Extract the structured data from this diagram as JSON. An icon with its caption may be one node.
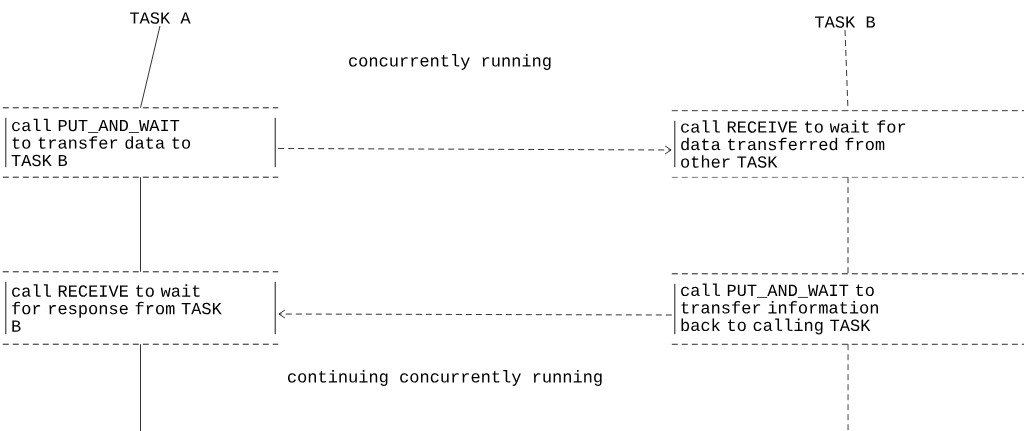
{
  "diagram": {
    "nodes": [
      {
        "text": [
          "TASK A"
        ]
      },
      {
        "text": [
          "TASK B"
        ]
      },
      {
        "text": [
          "call PUT_AND_WAIT to transfer data to TASK B"
        ]
      },
      {
        "text": [
          "call RECEIVE to wait for data transferred from other TASK"
        ]
      },
      {
        "text": [
          "call RECEIVE to wait for response from TASK B"
        ]
      },
      {
        "text": [
          "call PUT_AND_WAIT to transfer information back to calling TASK"
        ]
      }
    ],
    "edges": [
      {
        "from": 0,
        "to": 2,
        "arrow": "none"
      },
      {
        "from": 1,
        "to": 3,
        "arrow": "none",
        "style": "dashed"
      },
      {
        "from": 2,
        "to": 3,
        "arrow": "to",
        "style": "dashed"
      },
      {
        "from": 2,
        "to": 4,
        "arrow": "none"
      },
      {
        "from": 3,
        "to": 5,
        "arrow": "none",
        "style": "dashed"
      },
      {
        "from": 5,
        "to": 4,
        "arrow": "to",
        "style": "dashed"
      },
      {
        "from": 4,
        "to": null,
        "arrow": "none"
      },
      {
        "from": 5,
        "to": null,
        "arrow": "none",
        "style": "dashed"
      }
    ],
    "labels": [
      "concurrently running",
      "continuing concurrently running"
    ]
  }
}
